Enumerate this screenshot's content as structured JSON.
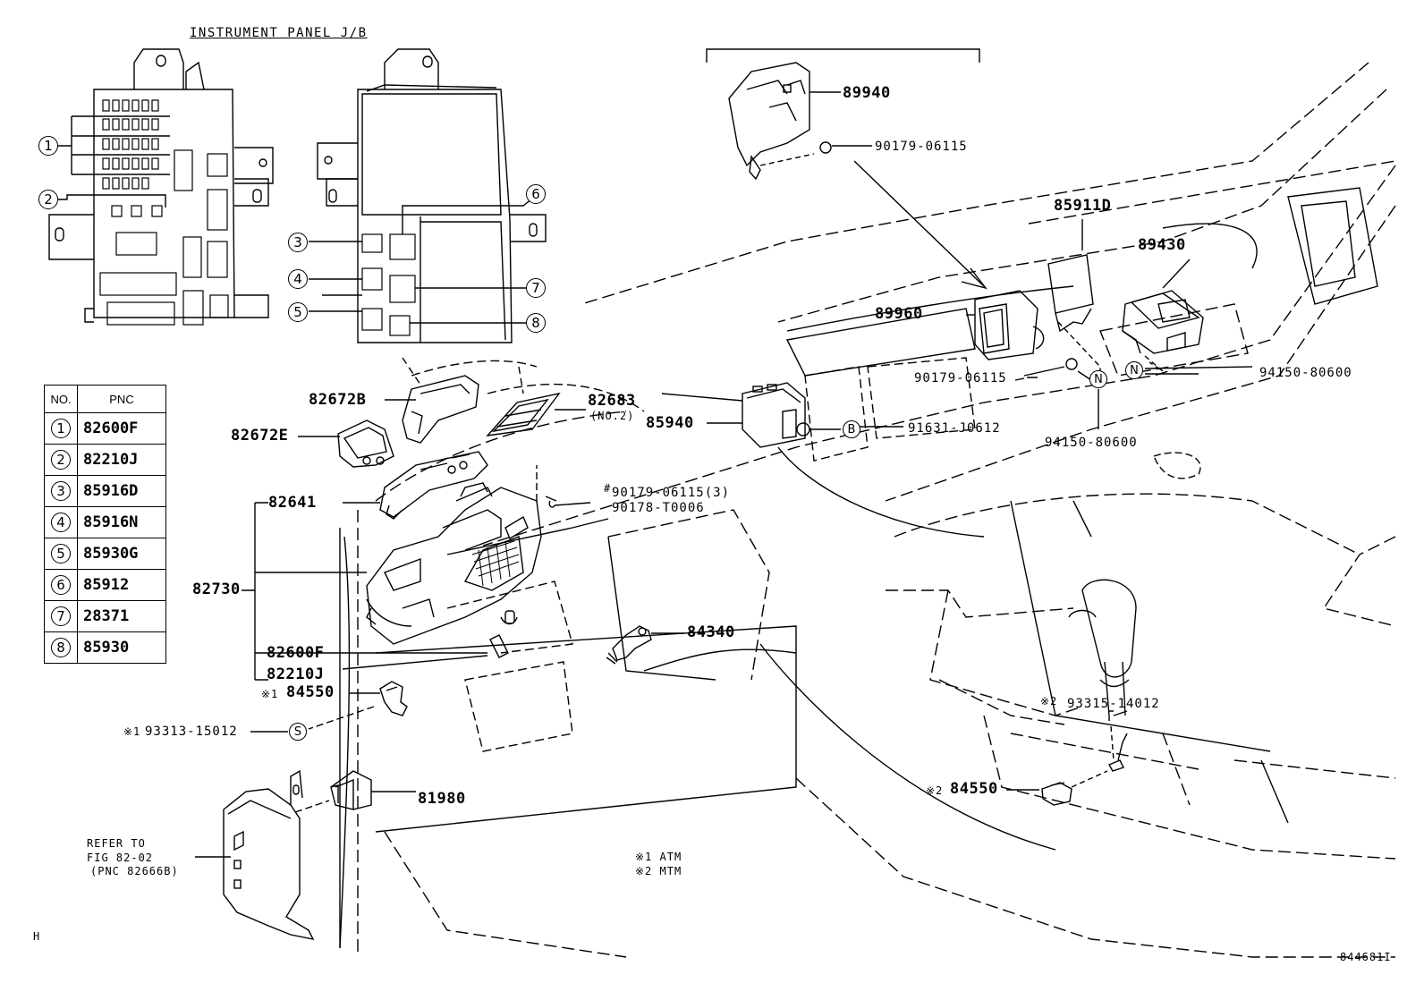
{
  "header": {
    "panel_title": "INSTRUMENT PANEL J/B"
  },
  "table": {
    "col_no": "NO.",
    "col_pnc": "PNC",
    "rows": [
      {
        "no": "1",
        "pnc": "82600F"
      },
      {
        "no": "2",
        "pnc": "82210J"
      },
      {
        "no": "3",
        "pnc": "85916D"
      },
      {
        "no": "4",
        "pnc": "85916N"
      },
      {
        "no": "5",
        "pnc": "85930G"
      },
      {
        "no": "6",
        "pnc": "85912"
      },
      {
        "no": "7",
        "pnc": "28371"
      },
      {
        "no": "8",
        "pnc": "85930"
      }
    ]
  },
  "callouts": [
    "1",
    "2",
    "3",
    "4",
    "5",
    "6",
    "7",
    "8"
  ],
  "parts": {
    "p89940": "89940",
    "p90179_top": "90179-06115",
    "p85911d": "85911D",
    "p89430": "89430",
    "p89960": "89960",
    "p90179_mid": "90179-06115",
    "p94150_r": "94150-80600",
    "p82672b": "82672B",
    "p82683": "82683",
    "p82683_note": "(NO.2)",
    "p85940": "85940",
    "p91631": "91631-J0612",
    "p94150_c": "94150-80600",
    "p82672e": "82672E",
    "p82641": "82641",
    "p90179_3": "90179-06115(3)",
    "p90178": "90178-T0006",
    "p82730": "82730",
    "p84340": "84340",
    "p82600f": "82600F",
    "p82210j": "82210J",
    "p84550_1": "84550",
    "p93313": "93313-15012",
    "p93315": "93315-14012",
    "p84550_2": "84550",
    "p81980": "81980",
    "refer1": "REFER TO",
    "refer2": "FIG 82-02",
    "refer3": "(PNC 82666B)",
    "note1": "※1 ATM",
    "note2": "※2 MTM",
    "mark1a": "※1",
    "mark1b": "※1",
    "mark2a": "※2",
    "mark2b": "※2",
    "hash": "#",
    "corner_h": "H",
    "fig_id": "844681I"
  },
  "letters": {
    "b": "B",
    "n1": "N",
    "n2": "N",
    "s": "S"
  }
}
